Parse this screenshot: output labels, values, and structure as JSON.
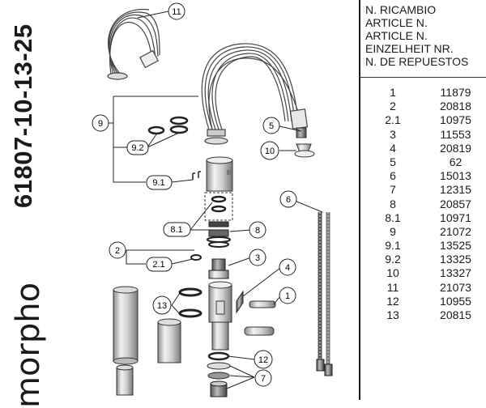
{
  "product_code": "61807-10-13-25",
  "brand": "morpho",
  "header_lines": [
    "N. RICAMBIO",
    "ARTICLE N.",
    "ARTICLE N.",
    "EINZELHEIT NR.",
    "N. DE REPUESTOS"
  ],
  "parts": [
    {
      "item": "1",
      "code": "11879"
    },
    {
      "item": "2",
      "code": "20818"
    },
    {
      "item": "2.1",
      "code": "10975"
    },
    {
      "item": "3",
      "code": "11553"
    },
    {
      "item": "4",
      "code": "20819"
    },
    {
      "item": "5",
      "code": "62"
    },
    {
      "item": "6",
      "code": "15013"
    },
    {
      "item": "7",
      "code": "12315"
    },
    {
      "item": "8",
      "code": "20857"
    },
    {
      "item": "8.1",
      "code": "10971"
    },
    {
      "item": "9",
      "code": "21072"
    },
    {
      "item": "9.1",
      "code": "13525"
    },
    {
      "item": "9.2",
      "code": "13325"
    },
    {
      "item": "10",
      "code": "13327"
    },
    {
      "item": "11",
      "code": "21073"
    },
    {
      "item": "12",
      "code": "10955"
    },
    {
      "item": "13",
      "code": "20815"
    }
  ],
  "callouts": {
    "c1": "1",
    "c2": "2",
    "c21": "2.1",
    "c3": "3",
    "c4": "4",
    "c5": "5",
    "c6": "6",
    "c7": "7",
    "c8": "8",
    "c81": "8.1",
    "c9": "9",
    "c91": "9.1",
    "c92": "9.2",
    "c10": "10",
    "c11": "11",
    "c12": "12",
    "c13": "13"
  }
}
